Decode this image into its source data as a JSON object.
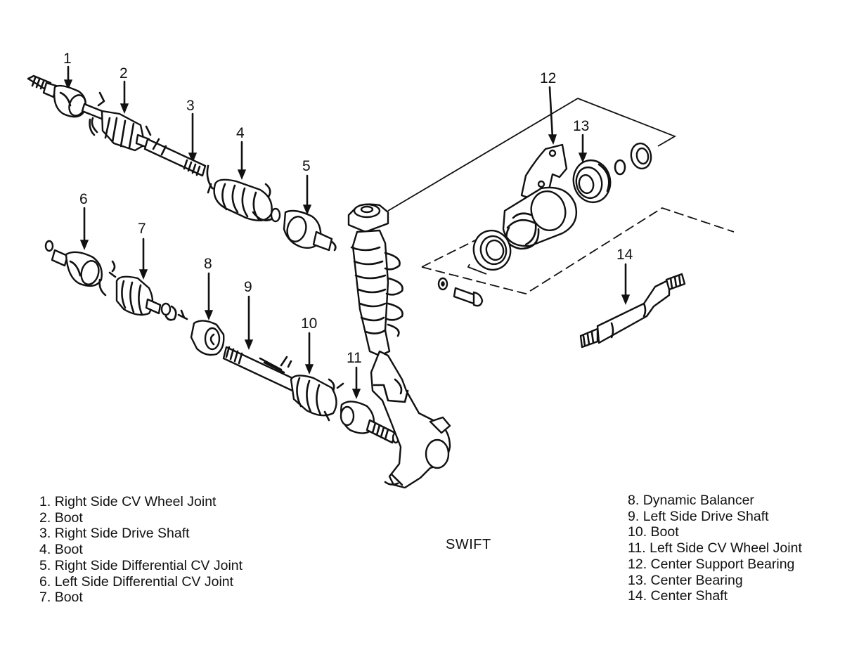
{
  "model_label": "SWIFT",
  "callouts": [
    "1",
    "2",
    "3",
    "4",
    "5",
    "6",
    "7",
    "8",
    "9",
    "10",
    "11",
    "12",
    "13",
    "14"
  ],
  "legend_left": [
    {
      "num": "1.",
      "label": "Right Side CV Wheel Joint"
    },
    {
      "num": "2.",
      "label": "Boot"
    },
    {
      "num": "3.",
      "label": "Right Side Drive Shaft"
    },
    {
      "num": "4.",
      "label": "Boot"
    },
    {
      "num": "5.",
      "label": "Right Side Differential CV Joint"
    },
    {
      "num": "6.",
      "label": "Left Side Differential CV Joint"
    },
    {
      "num": "7.",
      "label": "Boot"
    }
  ],
  "legend_right": [
    {
      "num": "8.",
      "label": "Dynamic Balancer"
    },
    {
      "num": "9.",
      "label": "Left Side Drive Shaft"
    },
    {
      "num": "10.",
      "label": "Boot"
    },
    {
      "num": "11.",
      "label": "Left Side CV Wheel Joint"
    },
    {
      "num": "12.",
      "label": "Center Support Bearing"
    },
    {
      "num": "13.",
      "label": "Center Bearing"
    },
    {
      "num": "14.",
      "label": "Center Shaft"
    }
  ]
}
